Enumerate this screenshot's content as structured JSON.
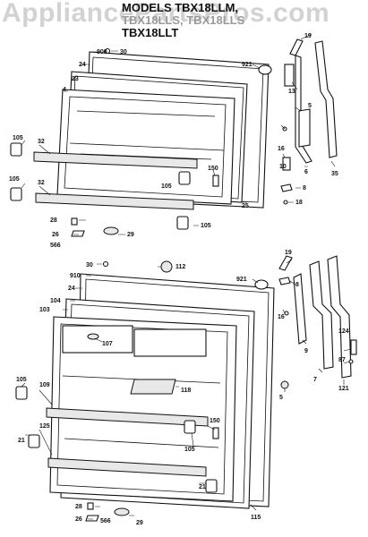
{
  "watermark": "AppliancePartsPros.com",
  "titles": [
    "MODELS TBX18LLM,",
    "TBX18LLS, TBX18LLS",
    "TBX18LLT"
  ],
  "upper_callouts": {
    "c19": "19",
    "c900": "900",
    "c30": "30",
    "c24": "24",
    "c23": "23",
    "c921": "921",
    "c13": "13",
    "c5": "5",
    "c4": "4",
    "c105a": "105",
    "c32a": "32",
    "c105b": "105",
    "c32b": "32",
    "c16": "16",
    "c150": "150",
    "c10": "10",
    "c105c": "105",
    "c8": "8",
    "c6": "6",
    "c35": "35",
    "c25": "25",
    "c18": "18",
    "c28": "28",
    "c26": "26",
    "c566": "566",
    "c29": "29",
    "c105d": "105"
  },
  "lower_callouts": {
    "c30": "30",
    "c112": "112",
    "c910": "910",
    "c24": "24",
    "c104": "104",
    "c103": "103",
    "c921": "921",
    "c19": "19",
    "c8": "8",
    "c16": "16",
    "c9": "9",
    "c107": "107",
    "c124": "124",
    "c87": "87",
    "c118": "118",
    "c105a": "105",
    "c109": "109",
    "c5": "5",
    "c7": "7",
    "c121": "121",
    "c150": "150",
    "c105b": "105",
    "c21a": "21",
    "c125": "125",
    "c21b": "21",
    "c28": "28",
    "c26": "26",
    "c566": "566",
    "c29": "29",
    "c115": "115"
  }
}
